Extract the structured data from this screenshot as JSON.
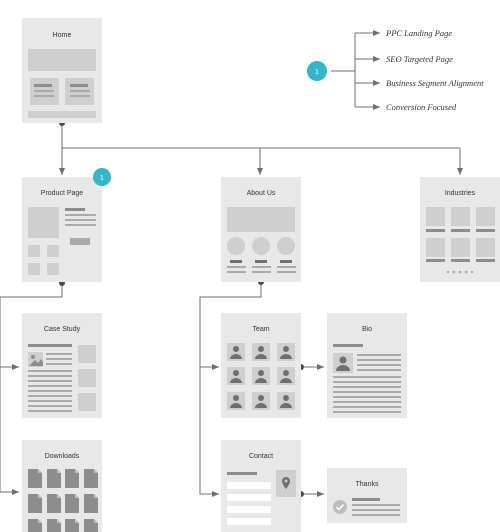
{
  "pages": {
    "home": "Home",
    "product": "Product Page",
    "about": "About Us",
    "industries": "Industries",
    "case_study": "Case Study",
    "downloads": "Downloads",
    "team": "Team",
    "bio": "Bio",
    "contact": "Contact",
    "thanks": "Thanks"
  },
  "annotation": {
    "badge_number": "1",
    "items": [
      "PPC Landing Page",
      "SEO Targeted Page",
      "Business Segment Alignment",
      "Conversion Focused"
    ]
  },
  "product_badge": "1",
  "colors": {
    "card": "#e8e8e8",
    "block": "#cfcfcf",
    "dark_bar": "#8d8d8d",
    "line": "#6f6f6f",
    "badge": "#34b5c9",
    "text": "#333333"
  }
}
